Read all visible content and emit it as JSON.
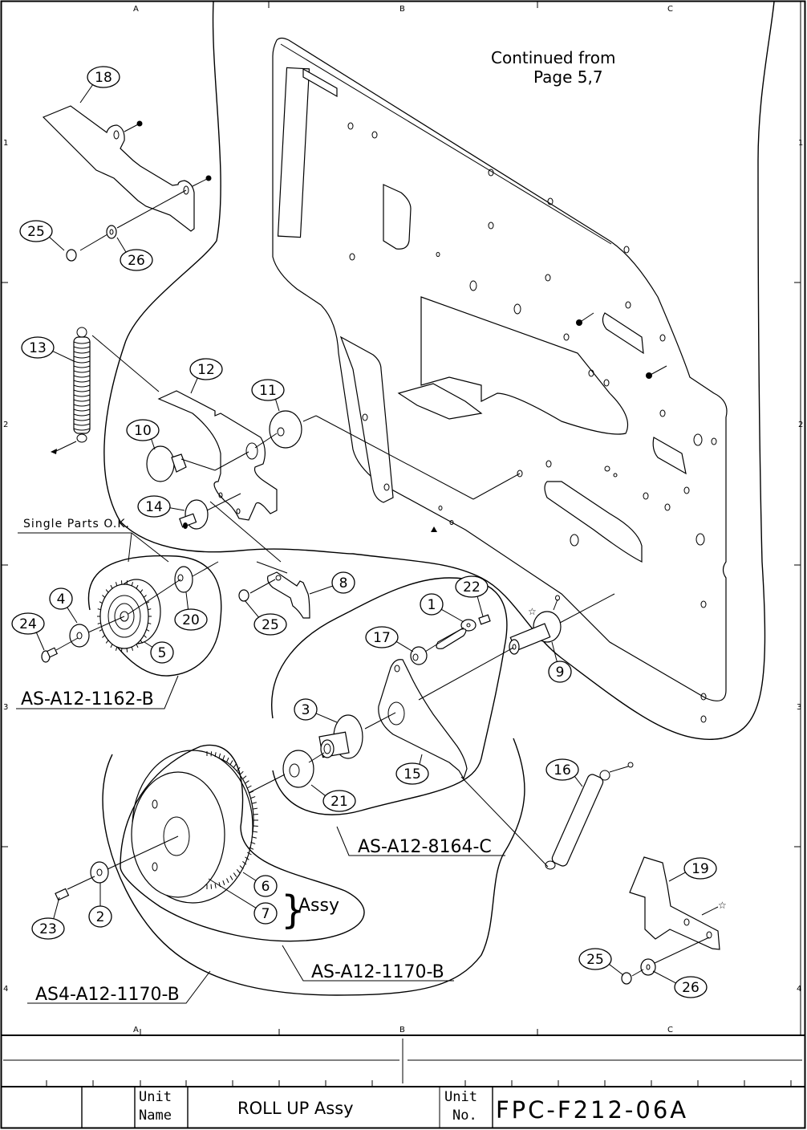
{
  "drawing": {
    "note": [
      "Continued from",
      "Page 5,7"
    ],
    "single_parts_note": "Single Parts O.K.",
    "assy_note": "Assy",
    "grid": {
      "columns": [
        "A",
        "B",
        "C"
      ],
      "rows": [
        "1",
        "2",
        "3",
        "4"
      ]
    },
    "balloons": [
      {
        "id": "1"
      },
      {
        "id": "2"
      },
      {
        "id": "3"
      },
      {
        "id": "4"
      },
      {
        "id": "5"
      },
      {
        "id": "6"
      },
      {
        "id": "7"
      },
      {
        "id": "8"
      },
      {
        "id": "9"
      },
      {
        "id": "10"
      },
      {
        "id": "11"
      },
      {
        "id": "12"
      },
      {
        "id": "13"
      },
      {
        "id": "14"
      },
      {
        "id": "15"
      },
      {
        "id": "16"
      },
      {
        "id": "17"
      },
      {
        "id": "18"
      },
      {
        "id": "19"
      },
      {
        "id": "20"
      },
      {
        "id": "21"
      },
      {
        "id": "22"
      },
      {
        "id": "23"
      },
      {
        "id": "24"
      },
      {
        "id": "25"
      },
      {
        "id": "26"
      }
    ],
    "balloon_instances": [
      "18",
      "25",
      "26",
      "13",
      "12",
      "11",
      "10",
      "14",
      "4",
      "24",
      "20",
      "5",
      "8",
      "25",
      "1",
      "22",
      "17",
      "9",
      "3",
      "15",
      "21",
      "16",
      "6",
      "7",
      "2",
      "23",
      "19",
      "25",
      "26"
    ],
    "assembly_labels": [
      "AS-A12-1162-B",
      "AS-A12-8164-C",
      "AS-A12-1170-B",
      "AS4-A12-1170-B"
    ]
  },
  "title_block": {
    "unit_name_label": [
      "Unit",
      "Name"
    ],
    "unit_name": "ROLL UP Assy",
    "unit_no_label": [
      "Unit",
      "No."
    ],
    "unit_no": "FPC-F212-06A"
  }
}
